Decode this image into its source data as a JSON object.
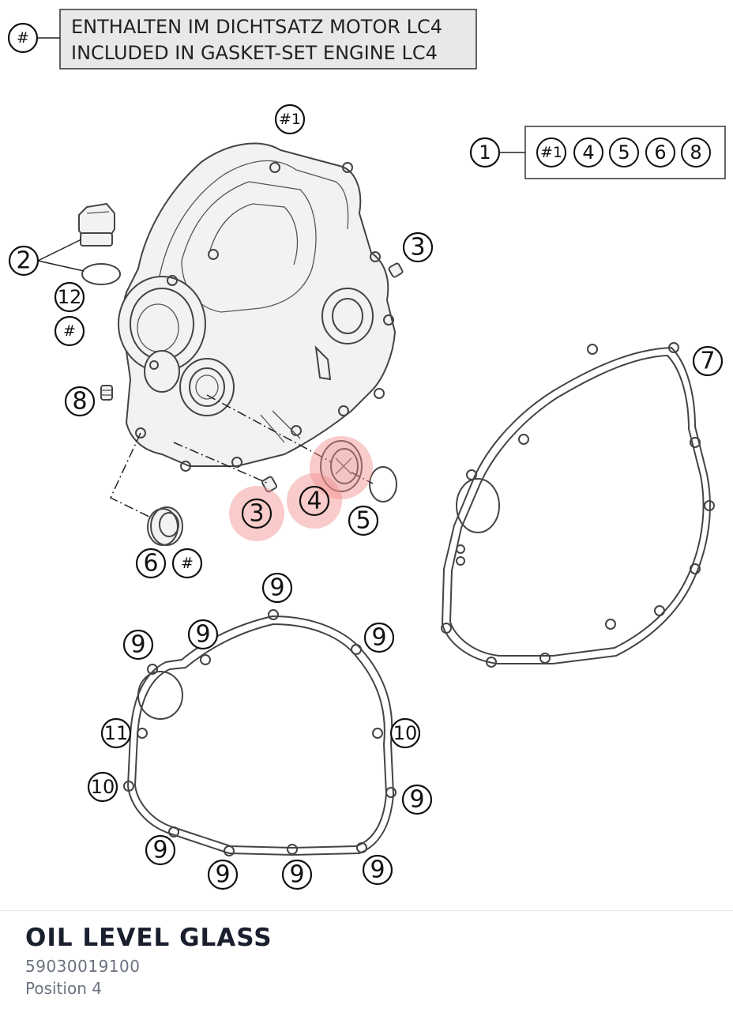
{
  "legend": {
    "symbol": "#",
    "line_de": "ENTHALTEN IM DICHTSATZ MOTOR LC4",
    "line_en": "INCLUDED IN GASKET-SET ENGINE LC4"
  },
  "kit": {
    "number": "1",
    "contents": [
      "#1",
      "4",
      "5",
      "6",
      "8"
    ]
  },
  "callouts": {
    "cover_hash1": "#1",
    "cover_3": "3",
    "plug_2": "2",
    "plug_12": "12",
    "plug_hash": "#",
    "screw_8": "8",
    "seal_6": "6",
    "seal_hash": "#",
    "pin_3": "3",
    "glass_4": "4",
    "oring_5": "5",
    "gasket_7": "7",
    "g9_top": "9",
    "g9_tl1": "9",
    "g9_tl2": "9",
    "g9_tr": "9",
    "g11": "11",
    "g10_r": "10",
    "g10_l": "10",
    "g9_r": "9",
    "g9_bl": "9",
    "g9_b1": "9",
    "g9_b2": "9",
    "g9_br": "9"
  },
  "highlight_color": "#f28b8b",
  "selected_part": {
    "name": "OIL LEVEL GLASS",
    "number": "59030019100",
    "position": "Position 4"
  }
}
